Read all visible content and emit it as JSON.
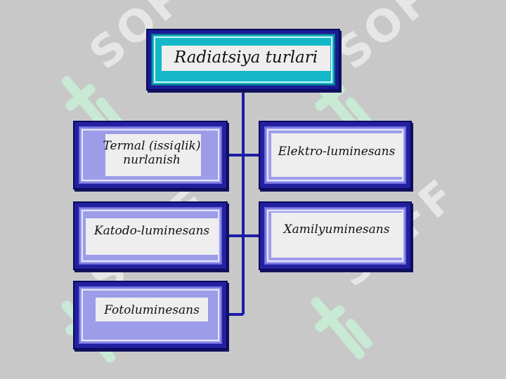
{
  "diagram": {
    "root": "Radiatsiya turlari",
    "left": [
      "Termal (issiqlik)\nnurlanish",
      "Katodo-luminesans",
      "Fotoluminesans"
    ],
    "right": [
      "Elektro-luminesans",
      "Xamilyuminesans"
    ]
  },
  "watermark": {
    "text": "SOFF",
    "logo": "sf-logo"
  },
  "colors": {
    "background": "#c8c8c8",
    "box_frame": "#2320a0",
    "box_fill": "#9c9ce8",
    "root_fill": "#14b8c8",
    "connector": "#1c1ca8",
    "watermark_logo": "#c9f2d8"
  }
}
